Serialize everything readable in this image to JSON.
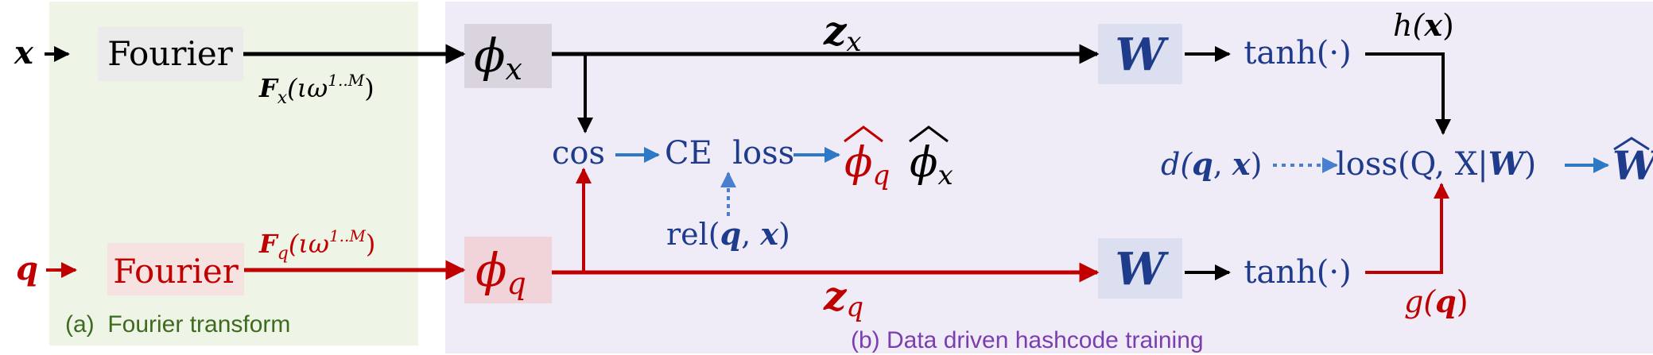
{
  "colors": {
    "panel_a_bg": "#eef4e6",
    "panel_b_bg": "#f0ecf7",
    "fourier_x_box": "#ebebeb",
    "fourier_q_box": "#f6e2e0",
    "phi_x_box": "#d9d4de",
    "phi_q_box": "#f0d4da",
    "w_box": "#dcdff0",
    "black": "#000000",
    "red": "#c00000",
    "blue_text": "#1f3b8c",
    "blue_arrow": "#2e79c6",
    "blue_dotted": "#4a7fd0",
    "panel_a_label": "#3d6b1f",
    "panel_b_label": "#7a3eb0"
  },
  "panels": {
    "a": {
      "label": "(a)  Fourier transform"
    },
    "b": {
      "label": "(b) Data driven hashcode training"
    }
  },
  "inputs": {
    "x": "x",
    "q": "q"
  },
  "nodes": {
    "fourier_x": "Fourier",
    "fourier_q": "Fourier",
    "phi_x": {
      "base": "ϕ",
      "sub": "x"
    },
    "phi_q": {
      "base": "ϕ",
      "sub": "q"
    },
    "w_top": "W",
    "w_bottom": "W",
    "tanh_top": "tanh(·)",
    "tanh_bottom": "tanh(·)",
    "cos": "cos",
    "ce_loss": "CE  loss",
    "phi_q_hat": {
      "base": "ϕ",
      "sub": "q"
    },
    "phi_x_hat": {
      "base": "ϕ",
      "sub": "x"
    },
    "rel": {
      "prefix": "rel(",
      "q": "q",
      "comma": ", ",
      "x": "x",
      "suffix": ")"
    },
    "d": {
      "prefix": "d(",
      "q": "q",
      "comma": ", ",
      "x": "x",
      "suffix": ")"
    },
    "loss": {
      "prefix": "loss(Q, X|",
      "w": "W",
      "suffix": ")"
    },
    "w_hat": "W"
  },
  "edge_labels": {
    "fx": {
      "base": "F",
      "sub": "x",
      "arg_prefix": "(ιω",
      "sup": "1..M",
      "arg_suffix": ")"
    },
    "fq": {
      "base": "F",
      "sub": "q",
      "arg_prefix": "(ιω",
      "sup": "1..M",
      "arg_suffix": ")"
    },
    "zx": {
      "base": "z",
      "sub": "x"
    },
    "zq": {
      "base": "z",
      "sub": "q"
    },
    "hx": {
      "prefix": "h(",
      "x": "x",
      "suffix": ")"
    },
    "gq": {
      "prefix": "g(",
      "q": "q",
      "suffix": ")"
    }
  }
}
